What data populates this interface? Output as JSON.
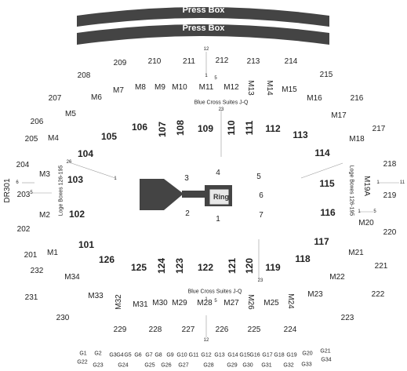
{
  "press_box": {
    "upper": "Press Box",
    "lower": "Press Box"
  },
  "stage": {
    "ring_label": "Ring"
  },
  "suites": {
    "top": "Blue Cross Suites J-Q",
    "bottom": "Blue Cross Suites J-Q"
  },
  "loge": {
    "left": "Loge Boxes 126-195",
    "right": "Loge Boxes 126-195"
  },
  "colors": {
    "dark": "#444444",
    "ring_fill": "#e8e8e8",
    "line": "#888888"
  },
  "sections_200": [
    "209",
    "210",
    "211",
    "212",
    "213",
    "214",
    "208",
    "215",
    "207",
    "216",
    "206",
    "217",
    "205",
    "204",
    "218",
    "203",
    "219",
    "202",
    "220",
    "201",
    "221",
    "232",
    "231",
    "222",
    "230",
    "223",
    "229",
    "228",
    "227",
    "226",
    "225",
    "224"
  ],
  "sections_m": [
    "M7",
    "M8",
    "M9",
    "M10",
    "M11",
    "M12",
    "M13",
    "M14",
    "M15",
    "M6",
    "M16",
    "M5",
    "M17",
    "M4",
    "M18",
    "M3",
    "M19A",
    "M2",
    "M20",
    "M1",
    "M21",
    "M34",
    "M22",
    "M33",
    "M23",
    "M32",
    "M31",
    "M30",
    "M29",
    "M28",
    "M27",
    "M26",
    "M25",
    "M24"
  ],
  "sections_100": [
    "106",
    "107",
    "108",
    "109",
    "110",
    "111",
    "112",
    "113",
    "105",
    "104",
    "114",
    "103",
    "115",
    "102",
    "116",
    "101",
    "117",
    "126",
    "118",
    "125",
    "124",
    "123",
    "122",
    "121",
    "120",
    "119"
  ],
  "floor": [
    "1",
    "2",
    "3",
    "4",
    "5",
    "6",
    "7"
  ],
  "dr": "DR301",
  "row_numbers": [
    "12",
    "1",
    "5",
    "23",
    "26",
    "1",
    "6",
    "5",
    "1",
    "11",
    "1",
    "5",
    "23",
    "1",
    "5",
    "12"
  ],
  "g_top": [
    "G1",
    "G2",
    "G3",
    "G4",
    "G5",
    "G6",
    "G7",
    "G8",
    "G9",
    "G10",
    "G11",
    "G12",
    "G13",
    "G14",
    "G15",
    "G16",
    "G17",
    "G18",
    "G19",
    "G20",
    "G21"
  ],
  "g_bottom": [
    "G22",
    "G23",
    "G24",
    "G25",
    "G26",
    "G27",
    "G28",
    "G29",
    "G30",
    "G31",
    "G32",
    "G33",
    "G34"
  ]
}
